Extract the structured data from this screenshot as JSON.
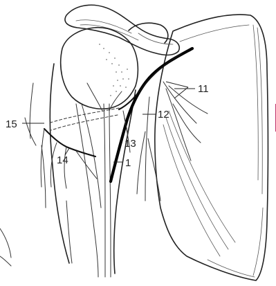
{
  "labels": {
    "l1": "1",
    "l11": "11",
    "l12": "12",
    "l13": "13",
    "l14": "14",
    "l15": "15"
  },
  "colors": {
    "line": "#222222",
    "vessel": "#000000",
    "margin_mark": "#c0306a"
  }
}
